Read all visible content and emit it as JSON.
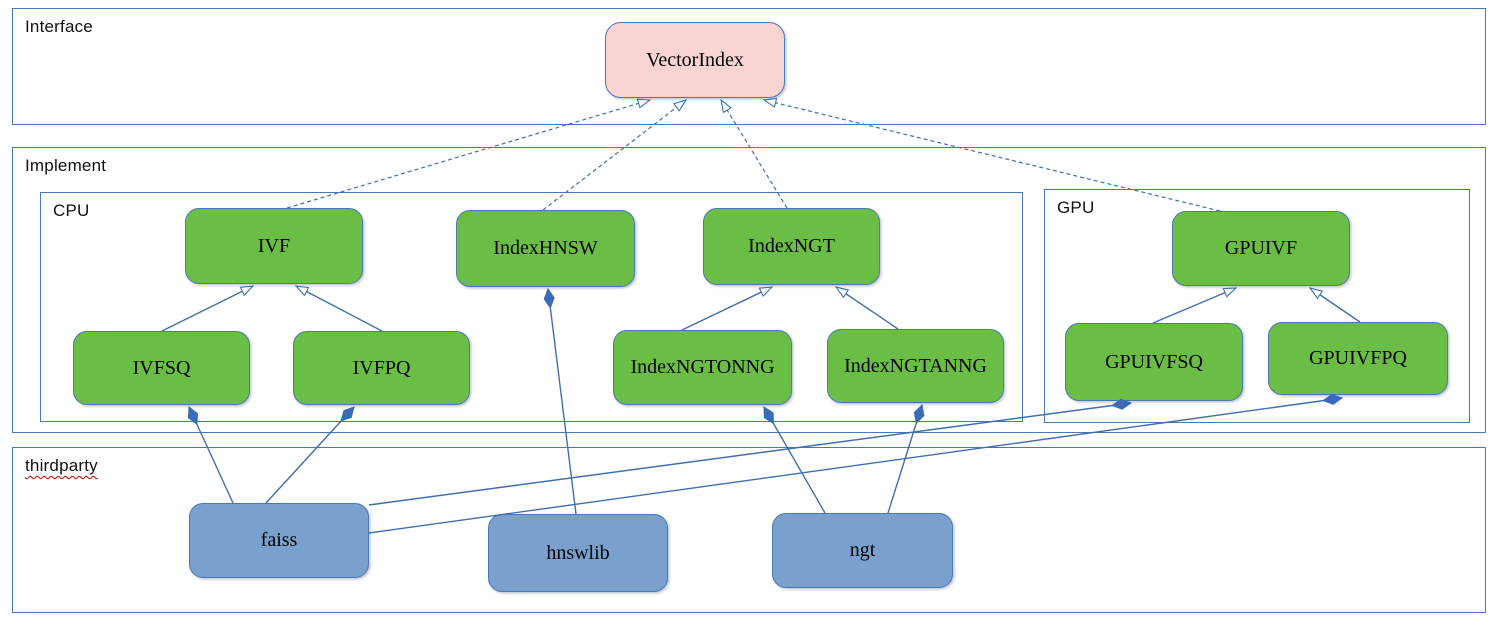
{
  "regions": {
    "interface": {
      "label": "Interface"
    },
    "implement": {
      "label": "Implement"
    },
    "cpu": {
      "label": "CPU"
    },
    "gpu": {
      "label": "GPU"
    },
    "thirdparty": {
      "label": "thirdparty",
      "spellcheck_underline": true
    }
  },
  "nodes": {
    "vectorindex": {
      "label": "VectorIndex",
      "category": "interface"
    },
    "ivf": {
      "label": "IVF",
      "category": "cpu-implementation"
    },
    "indexhnsw": {
      "label": "IndexHNSW",
      "category": "cpu-implementation"
    },
    "indexngt": {
      "label": "IndexNGT",
      "category": "cpu-implementation"
    },
    "ivfsq": {
      "label": "IVFSQ",
      "category": "cpu-implementation"
    },
    "ivfpq": {
      "label": "IVFPQ",
      "category": "cpu-implementation"
    },
    "indexngtonng": {
      "label": "IndexNGTONNG",
      "category": "cpu-implementation"
    },
    "indexngtanng": {
      "label": "IndexNGTANNG",
      "category": "cpu-implementation"
    },
    "gpuivf": {
      "label": "GPUIVF",
      "category": "gpu-implementation"
    },
    "gpuivfsq": {
      "label": "GPUIVFSQ",
      "category": "gpu-implementation"
    },
    "gpuivfpq": {
      "label": "GPUIVFPQ",
      "category": "gpu-implementation"
    },
    "faiss": {
      "label": "faiss",
      "category": "thirdparty-library"
    },
    "hnswlib": {
      "label": "hnswlib",
      "category": "thirdparty-library"
    },
    "ngt": {
      "label": "ngt",
      "category": "thirdparty-library"
    }
  },
  "edges": [
    {
      "from": "ivf",
      "to": "vectorindex",
      "kind": "realization-dashed-hollow-arrow"
    },
    {
      "from": "indexhnsw",
      "to": "vectorindex",
      "kind": "realization-dashed-hollow-arrow"
    },
    {
      "from": "indexngt",
      "to": "vectorindex",
      "kind": "realization-dashed-hollow-arrow"
    },
    {
      "from": "gpuivf",
      "to": "vectorindex",
      "kind": "realization-dashed-hollow-arrow"
    },
    {
      "from": "ivfsq",
      "to": "ivf",
      "kind": "generalization-hollow-arrow"
    },
    {
      "from": "ivfpq",
      "to": "ivf",
      "kind": "generalization-hollow-arrow"
    },
    {
      "from": "indexngtonng",
      "to": "indexngt",
      "kind": "generalization-hollow-arrow"
    },
    {
      "from": "indexngtanng",
      "to": "indexngt",
      "kind": "generalization-hollow-arrow"
    },
    {
      "from": "gpuivfsq",
      "to": "gpuivf",
      "kind": "generalization-hollow-arrow"
    },
    {
      "from": "gpuivfpq",
      "to": "gpuivf",
      "kind": "generalization-hollow-arrow"
    },
    {
      "from": "faiss",
      "to": "ivfsq",
      "kind": "composition-filled-diamond"
    },
    {
      "from": "faiss",
      "to": "ivfpq",
      "kind": "composition-filled-diamond"
    },
    {
      "from": "faiss",
      "to": "gpuivfsq",
      "kind": "composition-filled-diamond"
    },
    {
      "from": "faiss",
      "to": "gpuivfpq",
      "kind": "composition-filled-diamond"
    },
    {
      "from": "hnswlib",
      "to": "indexhnsw",
      "kind": "composition-filled-diamond"
    },
    {
      "from": "ngt",
      "to": "indexngtonng",
      "kind": "composition-filled-diamond"
    },
    {
      "from": "ngt",
      "to": "indexngtanng",
      "kind": "composition-filled-diamond"
    }
  ],
  "colors": {
    "interface_node_fill": "#f9d4d2",
    "implementation_node_fill": "#6bbe45",
    "thirdparty_node_fill": "#7aa1cd",
    "container_border": "#4a78b5",
    "edge_line": "#3f6fae",
    "composition_diamond_fill": "#3a6cb5",
    "spellcheck_wavy_underline": "#cc0000",
    "node_text": "#000000",
    "region_label_text": "#111111",
    "background": "#ffffff"
  }
}
